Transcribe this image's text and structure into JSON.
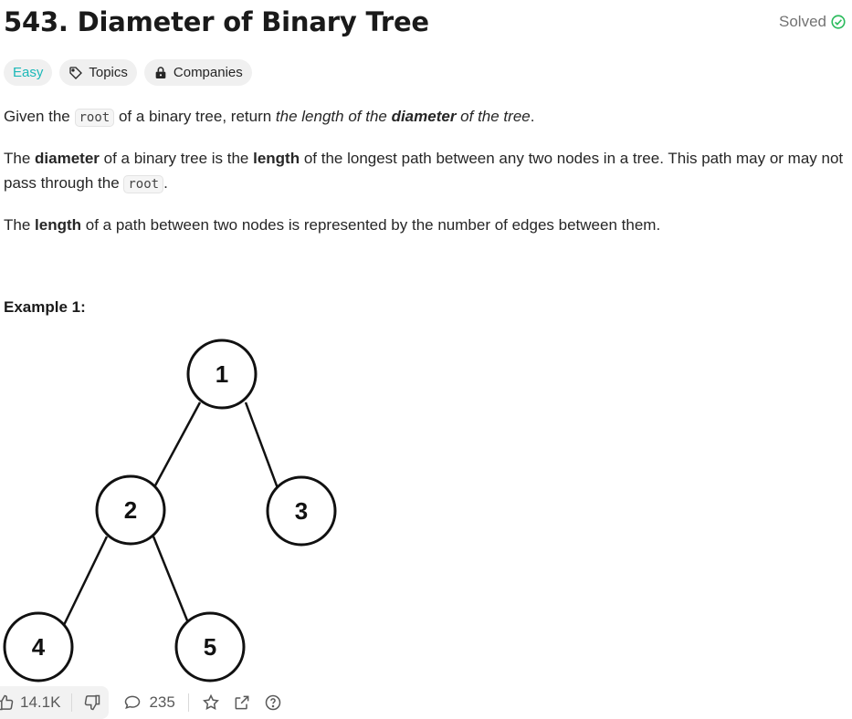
{
  "problem": {
    "title": "543. Diameter of Binary Tree",
    "status": "Solved"
  },
  "tags": {
    "difficulty": "Easy",
    "topics": "Topics",
    "companies": "Companies"
  },
  "description": {
    "p1_a": "Given the ",
    "p1_code": "root",
    "p1_b": " of a binary tree, return ",
    "p1_c": "the length of the ",
    "p1_d": "diameter",
    "p1_e": " of the tree",
    "p1_f": ".",
    "p2_a": "The ",
    "p2_b": "diameter",
    "p2_c": " of a binary tree is the ",
    "p2_d": "length",
    "p2_e": " of the longest path between any two nodes in a tree. This path may or may not pass through the ",
    "p2_code": "root",
    "p2_f": ".",
    "p3_a": "The ",
    "p3_b": "length",
    "p3_c": " of a path between two nodes is represented by the number of edges between them."
  },
  "example": {
    "label": "Example 1:",
    "nodes": [
      "1",
      "2",
      "3",
      "4",
      "5"
    ]
  },
  "footer": {
    "likes": "14.1K",
    "comments": "235"
  },
  "colors": {
    "easy": "#1cb8b8",
    "solved_check": "#2cbb5d"
  }
}
